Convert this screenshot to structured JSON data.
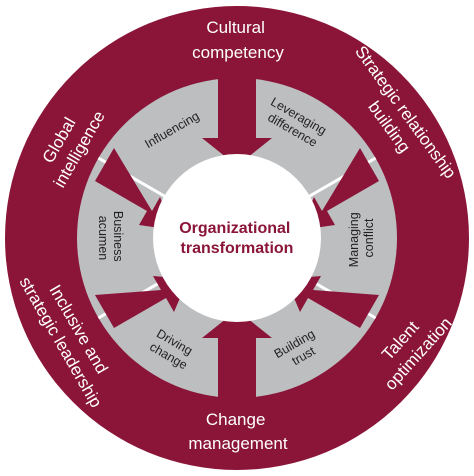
{
  "diagram": {
    "center": [
      "Organizational",
      "transformation"
    ],
    "outer_labels": {
      "top": [
        "Cultural",
        "competency"
      ],
      "upper_right": [
        "Strategic relationship",
        "building"
      ],
      "lower_right": [
        "Talent",
        "optimization"
      ],
      "bottom": [
        "Change",
        "management"
      ],
      "lower_left": [
        "Inclusive and",
        "strategic leadership"
      ],
      "upper_left": [
        "Global",
        "intelligence"
      ]
    },
    "inner_labels": {
      "upper_left": [
        "Influencing"
      ],
      "upper_right": [
        "Leveraging",
        "difference"
      ],
      "right": [
        "Managing",
        "conflict"
      ],
      "lower_right": [
        "Building",
        "trust"
      ],
      "lower_left": [
        "Driving",
        "change"
      ],
      "left": [
        "Business",
        "acumen"
      ]
    },
    "colors": {
      "maroon": "#8a1538",
      "gray": "#bcbec0",
      "center_text": "#8a1538"
    }
  }
}
